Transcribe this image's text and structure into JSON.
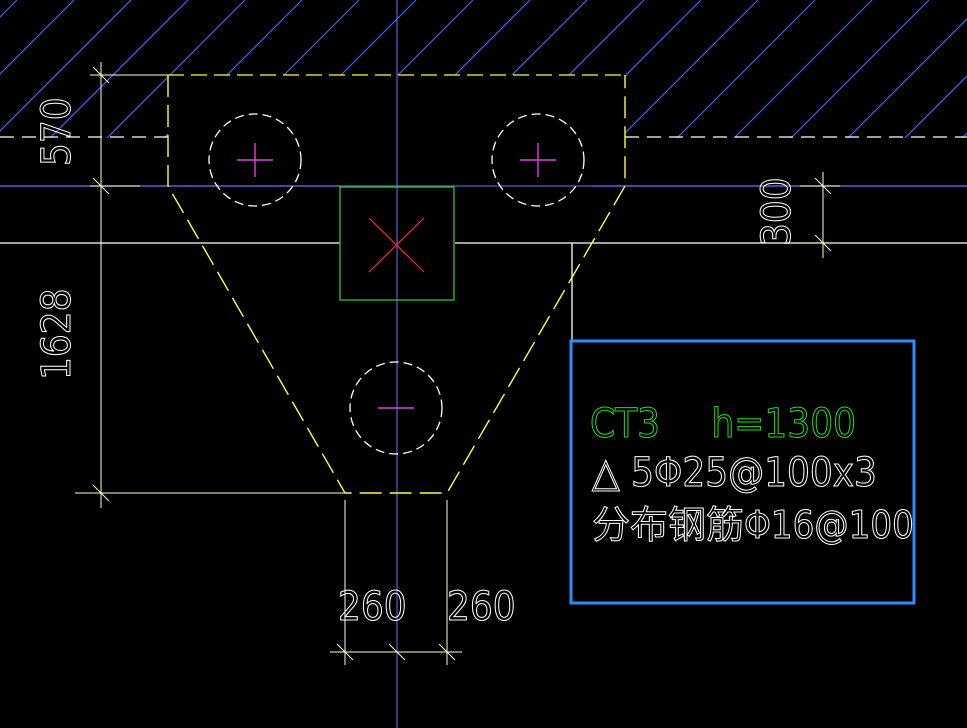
{
  "drawing": {
    "background": "#000000",
    "colors": {
      "hatch": "#3a66ff",
      "outline": "#ffff33",
      "dimension": "#ffffcc",
      "white": "#ffffff",
      "centerline": "#8a8aff",
      "pile_cross": "#e040e0",
      "column": "#22cc22",
      "column_x": "#ff2a2a",
      "highlight_box": "#2a8cff",
      "label_green": "#22dd22"
    },
    "dimensions": {
      "top_left": "570",
      "left_main": "1628",
      "right_beam": "300",
      "bottom_left": "260",
      "bottom_right": "260"
    },
    "annotation": {
      "line1_name": "CT3",
      "line1_height": "h=1300",
      "line2": "△ 5Φ25@100x3",
      "line3": "分布钢筋Φ16@100"
    }
  }
}
